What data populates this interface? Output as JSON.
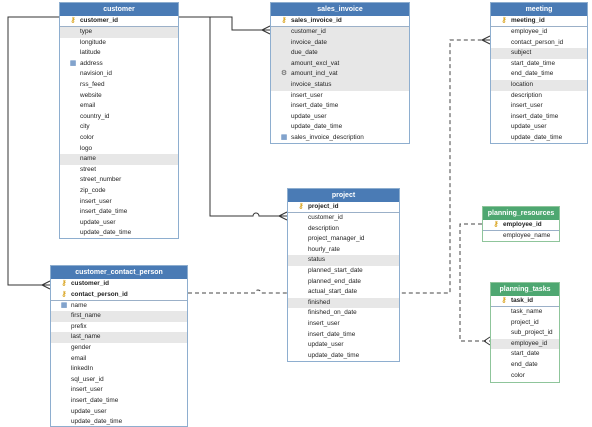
{
  "colors": {
    "header_blue": "#4a7bb5",
    "header_green": "#4ea771",
    "row_highlight": "#e7e7e7",
    "key_icon": "#d9a21a"
  },
  "entities": {
    "customer": {
      "title": "customer",
      "fields": [
        {
          "name": "customer_id",
          "pk": true,
          "icon": "key-icon"
        },
        {
          "name": "type",
          "alt": true
        },
        {
          "name": "longitude"
        },
        {
          "name": "latitude"
        },
        {
          "name": "address",
          "icon": "grid-icon"
        },
        {
          "name": "navision_id"
        },
        {
          "name": "rss_feed"
        },
        {
          "name": "website"
        },
        {
          "name": "email"
        },
        {
          "name": "country_id"
        },
        {
          "name": "city"
        },
        {
          "name": "color"
        },
        {
          "name": "logo"
        },
        {
          "name": "name",
          "alt": true
        },
        {
          "name": "street"
        },
        {
          "name": "street_number"
        },
        {
          "name": "zip_code"
        },
        {
          "name": "insert_user"
        },
        {
          "name": "insert_date_time"
        },
        {
          "name": "update_user"
        },
        {
          "name": "update_date_time"
        }
      ]
    },
    "sales_invoice": {
      "title": "sales_invoice",
      "fields": [
        {
          "name": "sales_invoice_id",
          "pk": true,
          "icon": "key-icon"
        },
        {
          "name": "customer_id",
          "alt": true
        },
        {
          "name": "invoice_date",
          "alt": true
        },
        {
          "name": "due_date",
          "alt": true
        },
        {
          "name": "amount_excl_vat",
          "alt": true
        },
        {
          "name": "amount_incl_vat",
          "alt": true,
          "icon": "gear-icon"
        },
        {
          "name": "invoice_status",
          "alt": true
        },
        {
          "name": "insert_user"
        },
        {
          "name": "insert_date_time"
        },
        {
          "name": "update_user"
        },
        {
          "name": "update_date_time"
        },
        {
          "name": "sales_invoice_description",
          "icon": "grid-icon"
        }
      ]
    },
    "meeting": {
      "title": "meeting",
      "fields": [
        {
          "name": "meeting_id",
          "pk": true,
          "icon": "key-icon"
        },
        {
          "name": "employee_id"
        },
        {
          "name": "contact_person_id"
        },
        {
          "name": "subject",
          "alt": true
        },
        {
          "name": "start_date_time"
        },
        {
          "name": "end_date_time"
        },
        {
          "name": "location",
          "alt": true
        },
        {
          "name": "description"
        },
        {
          "name": "insert_user"
        },
        {
          "name": "insert_date_time"
        },
        {
          "name": "update_user"
        },
        {
          "name": "update_date_time"
        }
      ]
    },
    "project": {
      "title": "project",
      "fields": [
        {
          "name": "project_id",
          "pk": true,
          "icon": "key-icon"
        },
        {
          "name": "customer_id"
        },
        {
          "name": "description"
        },
        {
          "name": "project_manager_id"
        },
        {
          "name": "hourly_rate"
        },
        {
          "name": "status",
          "alt": true
        },
        {
          "name": "planned_start_date"
        },
        {
          "name": "planned_end_date"
        },
        {
          "name": "actual_start_date"
        },
        {
          "name": "finished",
          "alt": true
        },
        {
          "name": "finished_on_date"
        },
        {
          "name": "insert_user"
        },
        {
          "name": "insert_date_time"
        },
        {
          "name": "update_user"
        },
        {
          "name": "update_date_time"
        }
      ]
    },
    "customer_contact_person": {
      "title": "customer_contact_person",
      "fields": [
        {
          "name": "customer_id",
          "pk": true,
          "icon": "key-icon",
          "nodivider": true
        },
        {
          "name": "contact_person_id",
          "pk": true,
          "icon": "key-icon"
        },
        {
          "name": "name",
          "icon": "grid-icon"
        },
        {
          "name": "first_name",
          "alt": true
        },
        {
          "name": "prefix"
        },
        {
          "name": "last_name",
          "alt": true
        },
        {
          "name": "gender"
        },
        {
          "name": "email"
        },
        {
          "name": "linkedIn"
        },
        {
          "name": "sql_user_id"
        },
        {
          "name": "insert_user"
        },
        {
          "name": "insert_date_time"
        },
        {
          "name": "update_user"
        },
        {
          "name": "update_date_time"
        }
      ]
    },
    "planning_resources": {
      "title": "planning_resources",
      "fields": [
        {
          "name": "employee_id",
          "pk": true,
          "icon": "key-icon"
        },
        {
          "name": "employee_name"
        }
      ]
    },
    "planning_tasks": {
      "title": "planning_tasks",
      "fields": [
        {
          "name": "task_id",
          "pk": true,
          "icon": "key-icon"
        },
        {
          "name": "task_name"
        },
        {
          "name": "project_id"
        },
        {
          "name": "sub_project_id"
        },
        {
          "name": "employee_id",
          "alt": true
        },
        {
          "name": "start_date"
        },
        {
          "name": "end_date"
        },
        {
          "name": "color"
        }
      ]
    }
  }
}
